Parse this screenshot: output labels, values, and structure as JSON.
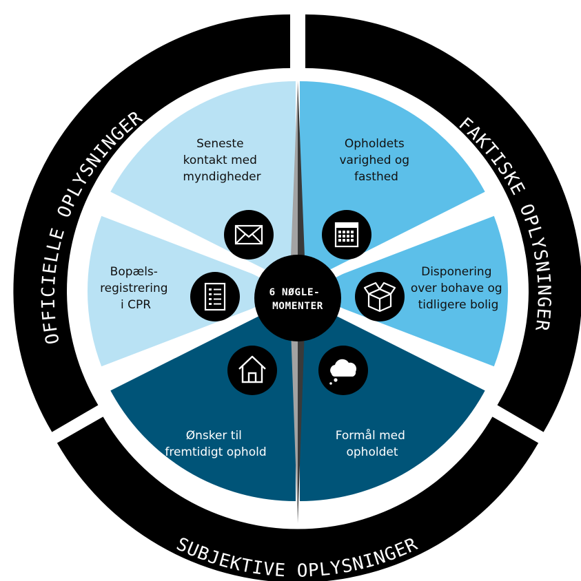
{
  "center": {
    "line1": "6 NØGLE-",
    "line2": "MOMENTER"
  },
  "ring": {
    "officielle": "OFFICIELLE OPLYSNINGER",
    "faktiske": "FAKTISKE OPLYSNINGER",
    "subjektive": "SUBJEKTIVE OPLYSNINGER"
  },
  "segments": {
    "seneste": {
      "lines": [
        "Seneste",
        "kontakt med",
        "myndigheder"
      ],
      "icon": "envelope-icon"
    },
    "opholdets": {
      "lines": [
        "Opholdets",
        "varighed og",
        "fasthed"
      ],
      "icon": "calendar-icon"
    },
    "disponering": {
      "lines": [
        "Disponering",
        "over bohave og",
        "tidligere bolig"
      ],
      "icon": "box-icon"
    },
    "formaal": {
      "lines": [
        "Formål med",
        "opholdet"
      ],
      "icon": "cloud-icon"
    },
    "oensker": {
      "lines": [
        "Ønsker til",
        "fremtidigt ophold"
      ],
      "icon": "house-icon"
    },
    "bopaels": {
      "lines": [
        "Bopæls-",
        "registrering",
        "i CPR"
      ],
      "icon": "document-icon"
    }
  },
  "colors": {
    "ring": "#000000",
    "light_blue": "#b9e2f4",
    "mid_blue": "#5cbfe9",
    "dark_blue": "#005478",
    "needle_light": "#a3a3a3",
    "needle_dark": "#3a3a3a"
  }
}
